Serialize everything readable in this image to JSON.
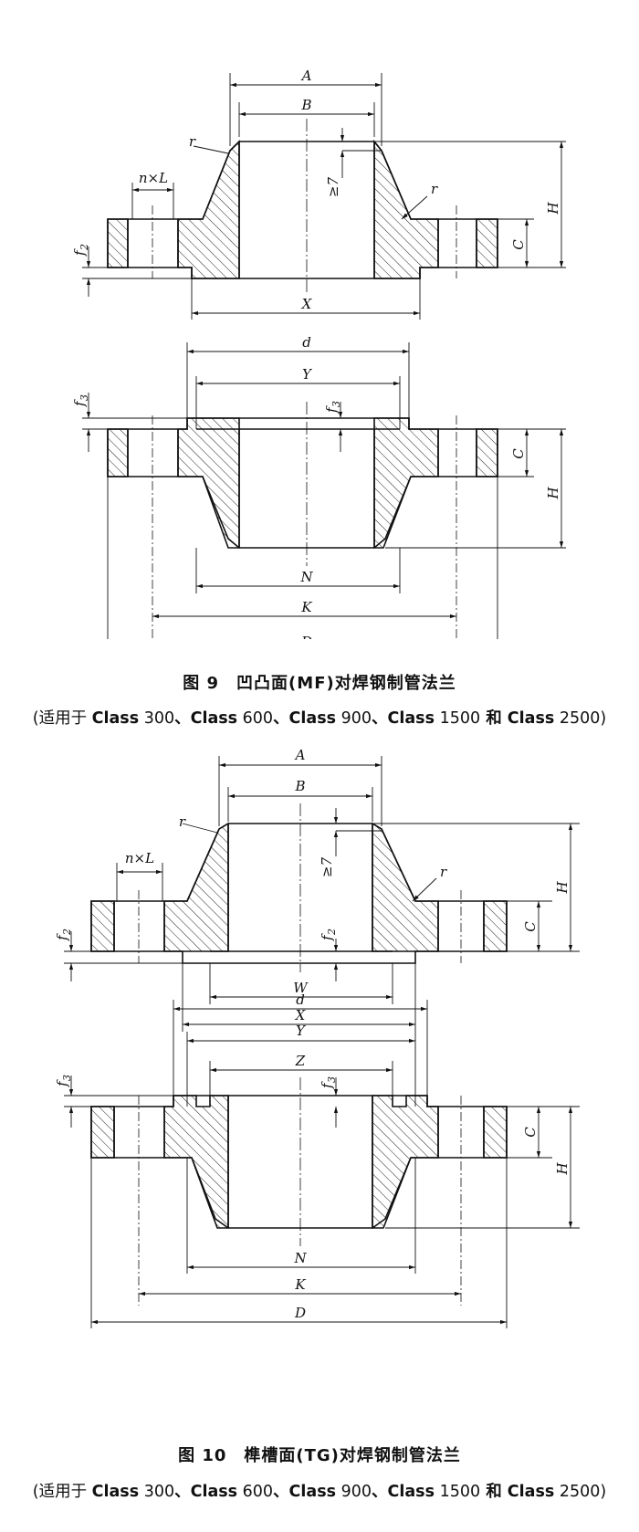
{
  "figure9": {
    "caption": "图 9　凹凸面(MF)对焊钢制管法兰",
    "note_open": "(适用于 ",
    "c1": "Class",
    "v1": " 300",
    "c2": "、Class",
    "v2": " 600",
    "c3": "、Class",
    "v3": " 900",
    "c4": "、Class",
    "v4": " 1500",
    "c5": " 和 Class",
    "v5": " 2500",
    "note_close": ")",
    "top_labels": {
      "A": "A",
      "B": "B",
      "r1": "r",
      "r2": "r",
      "nl": "n×L",
      "ge7": "≥7",
      "H": "H",
      "C": "C",
      "f": "f",
      "fsub": "2",
      "X": "X"
    },
    "bottom_labels": {
      "d": "d",
      "Y": "Y",
      "f": "f",
      "fsub": "3",
      "f_in": "f",
      "f_in_sub": "3",
      "C": "C",
      "H": "H",
      "N": "N",
      "K": "K",
      "D": "D"
    }
  },
  "figure10": {
    "caption": "图 10　榫槽面(TG)对焊钢制管法兰",
    "note_open": "(适用于 ",
    "c1": "Class",
    "v1": " 300",
    "c2": "、Class",
    "v2": " 600",
    "c3": "、Class",
    "v3": " 900",
    "c4": "、Class",
    "v4": " 1500",
    "c5": " 和 Class",
    "v5": " 2500",
    "note_close": ")",
    "top_labels": {
      "A": "A",
      "B": "B",
      "r1": "r",
      "r2": "r",
      "nl": "n×L",
      "ge7": "≥7",
      "H": "H",
      "C": "C",
      "f": "f",
      "fsub": "2",
      "f_in": "f",
      "f_in_sub": "2",
      "W": "W",
      "X": "X"
    },
    "bottom_labels": {
      "d": "d",
      "Y": "Y",
      "Z": "Z",
      "f": "f",
      "fsub": "3",
      "f_in": "f",
      "f_in_sub": "3",
      "C": "C",
      "H": "H",
      "N": "N",
      "K": "K",
      "D": "D"
    }
  }
}
